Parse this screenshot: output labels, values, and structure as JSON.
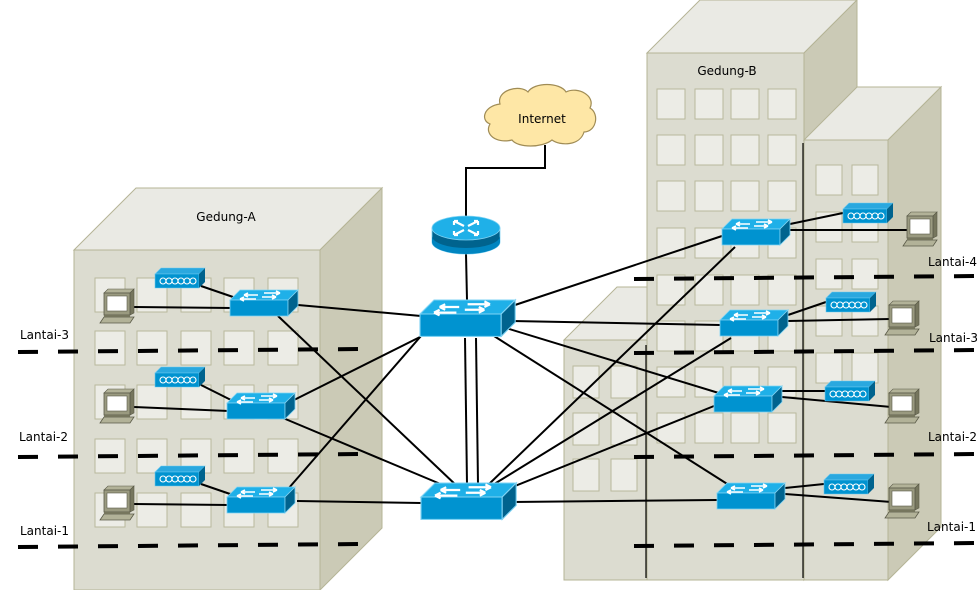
{
  "diagram": {
    "type": "network-topology",
    "colors": {
      "building_front": "#dcdcd0",
      "building_side": "#cbcab6",
      "building_top": "#eaeae4",
      "building_stroke": "#b5b496",
      "window_fill": "#ecece6",
      "window_stroke": "#b9b89c",
      "device_blue": "#0093d0",
      "device_blue_top": "#1fb0e8",
      "device_blue_dark": "#00638e",
      "cloud_fill": "#fee7a6",
      "cloud_stroke": "#a08c55",
      "pc_body": "#8a8a70",
      "link": "#000000"
    }
  },
  "buildings": [
    {
      "id": "gedung-a",
      "label": "Gedung-A"
    },
    {
      "id": "gedung-b",
      "label": "Gedung-B"
    }
  ],
  "cloud": {
    "id": "internet",
    "label": "Internet"
  },
  "router": {
    "id": "router",
    "icon": "router-icon"
  },
  "core_switches": [
    {
      "id": "core-switch-1",
      "icon": "switch-icon"
    },
    {
      "id": "core-switch-2",
      "icon": "switch-icon"
    }
  ],
  "floors": {
    "gedung_a": [
      {
        "label": "Lantai-3"
      },
      {
        "label": "Lantai-2"
      },
      {
        "label": "Lantai-1"
      }
    ],
    "gedung_b": [
      {
        "label": "Lantai-4"
      },
      {
        "label": "Lantai-3"
      },
      {
        "label": "Lantai-2"
      },
      {
        "label": "Lantai-1"
      }
    ]
  },
  "access_devices": {
    "switch_icon": "switch-icon",
    "access_point_icon": "access-point-icon",
    "pc_icon": "workstation-icon"
  }
}
